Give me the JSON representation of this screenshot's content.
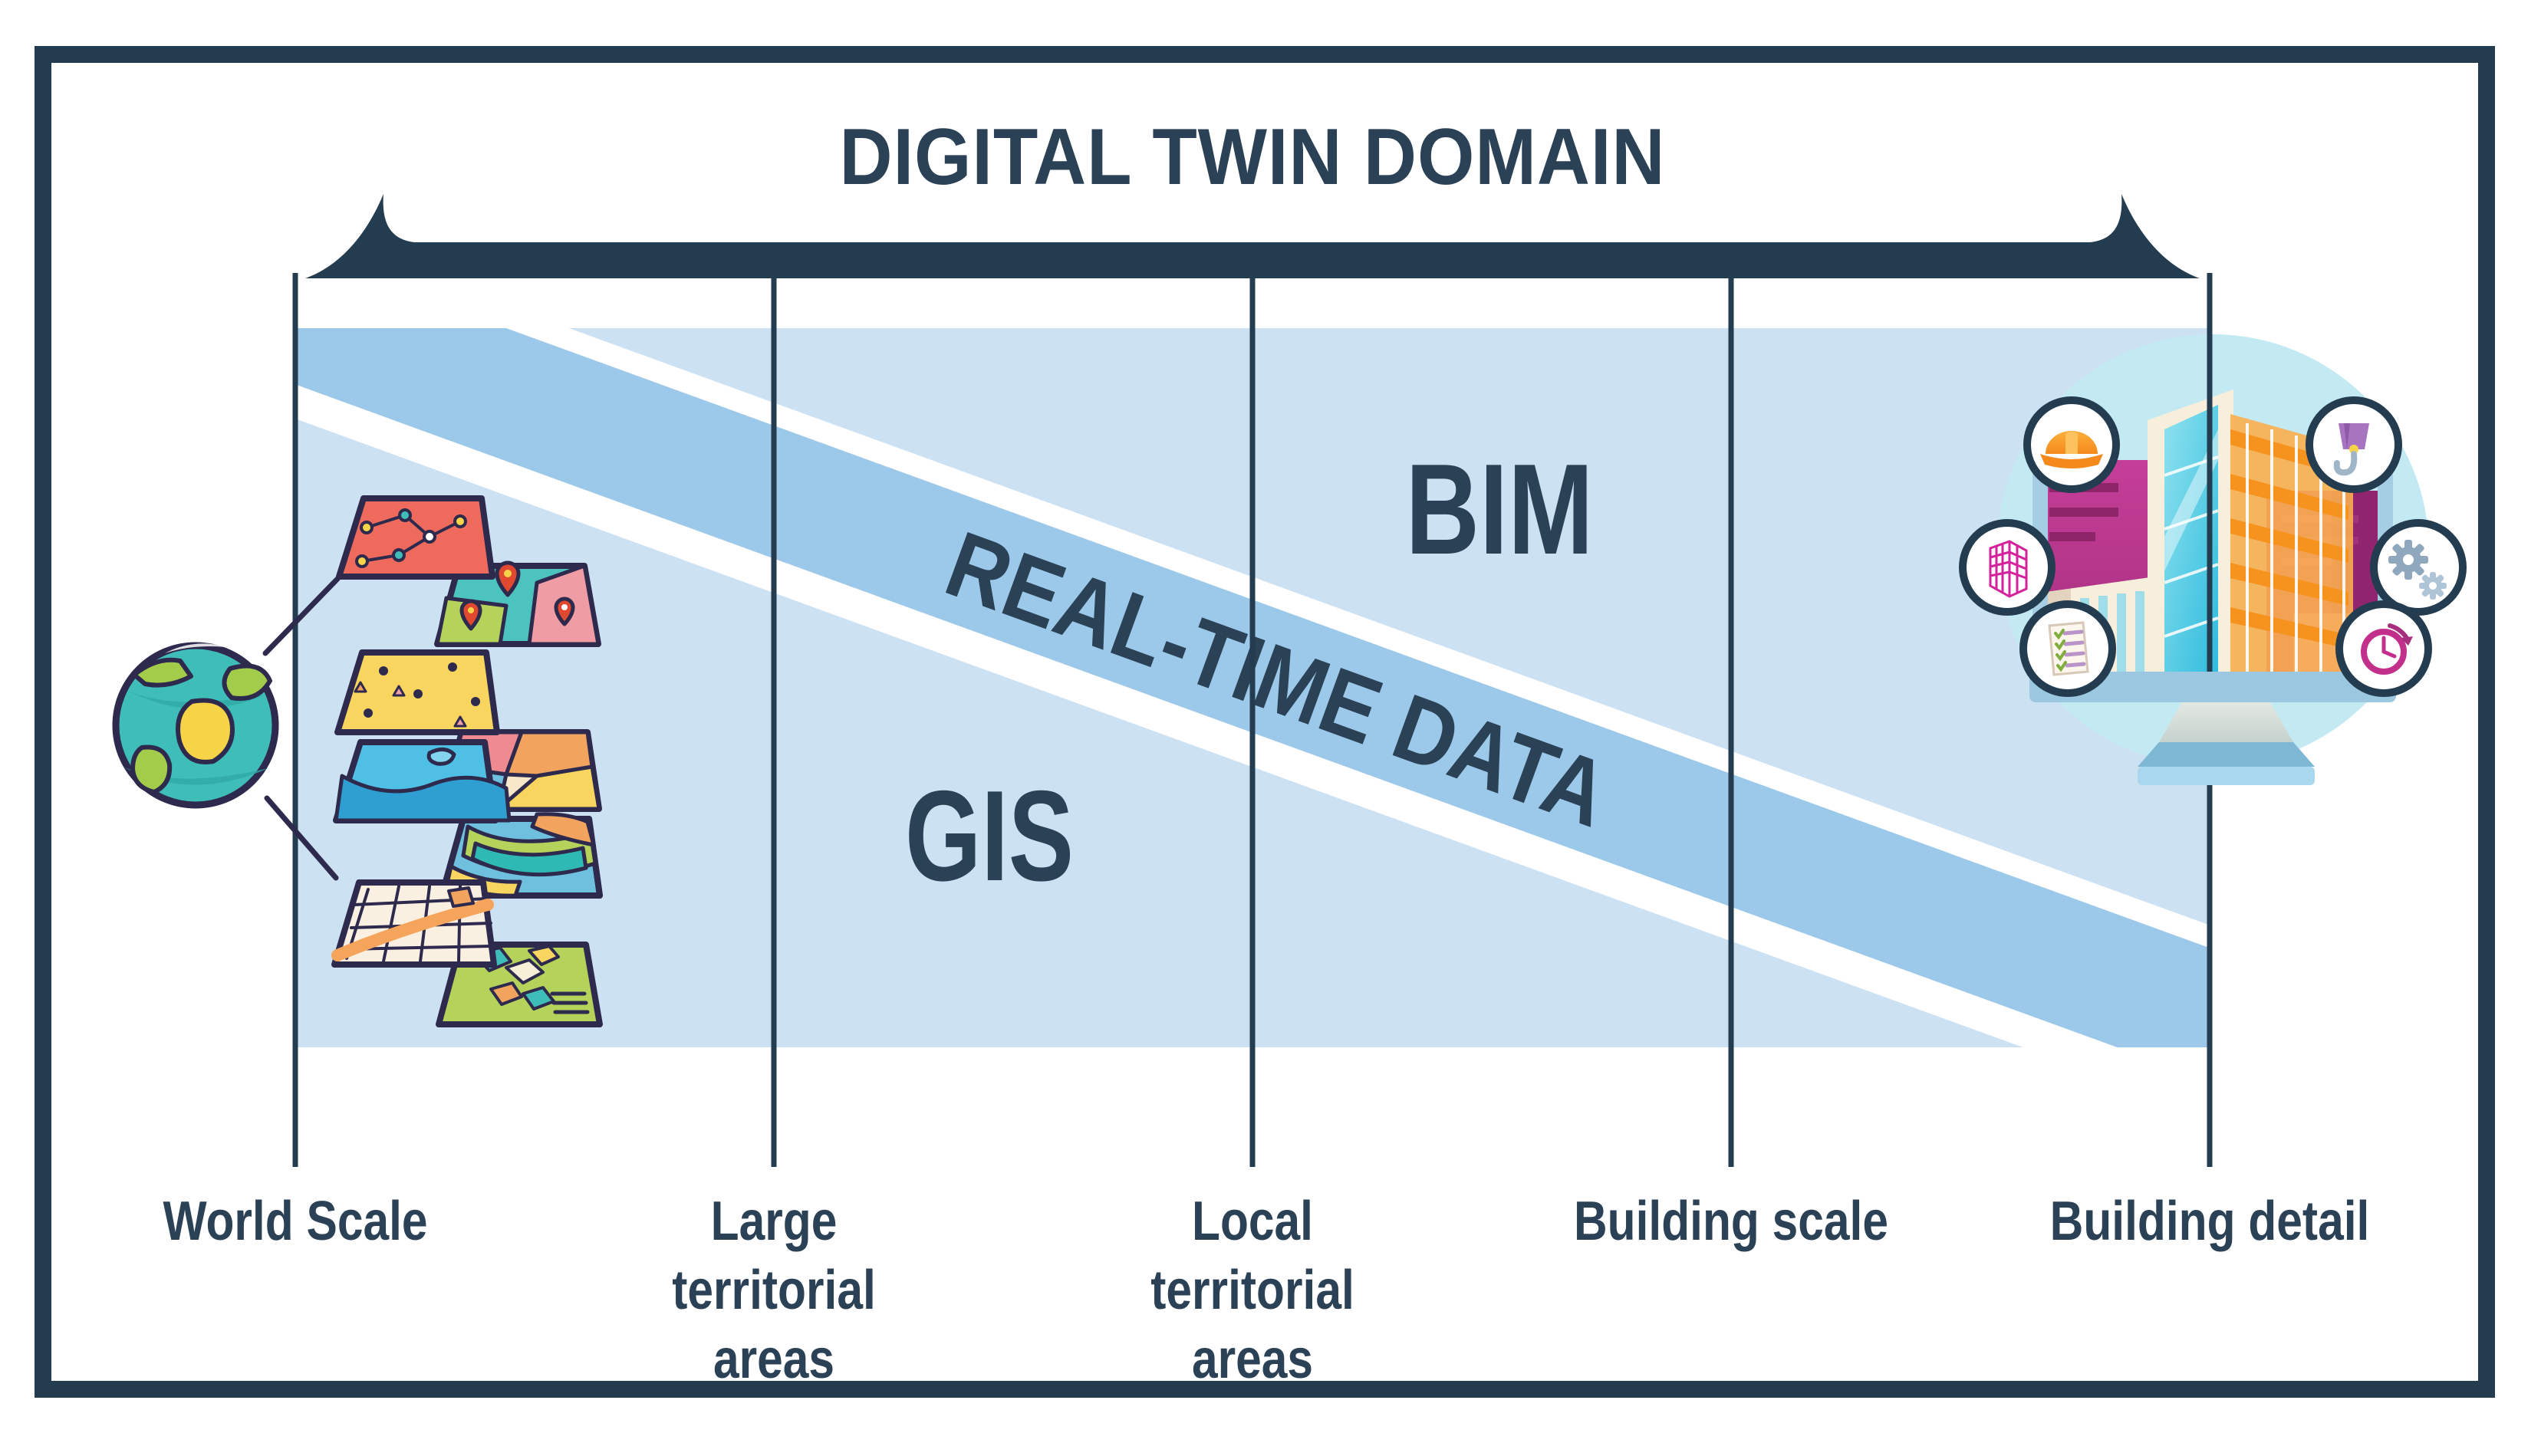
{
  "title": "DIGITAL TWIN DOMAIN",
  "regions": {
    "gis_label": "GIS",
    "bim_label": "BIM",
    "band_label": "REAL-TIME DATA"
  },
  "axis": {
    "ticks": [
      {
        "label": "World Scale"
      },
      {
        "label": "Large territorial areas"
      },
      {
        "label": "Local territorial areas"
      },
      {
        "label": "Building scale"
      },
      {
        "label": "Building detail"
      }
    ]
  },
  "illustrations": {
    "left": {
      "name": "world-map-layers",
      "globe": "earth-globe",
      "layers": [
        "network-map",
        "location-pins-map",
        "terrain-dots-map",
        "regions-map",
        "water-map",
        "topographic-map",
        "street-map",
        "city-blocks-map"
      ]
    },
    "right": {
      "name": "building-digital-twin-monitor",
      "badges": [
        "hard-hat",
        "crane-hook",
        "building-frame",
        "gears",
        "checklist",
        "clock"
      ]
    }
  },
  "colors": {
    "navy": "#233C50",
    "pale_blue": "#CCE1F2",
    "medium_blue": "#9CC9EA",
    "circle_cyan": "#C3EAF3",
    "text": "#2B4155",
    "white": "#FFFFFF"
  }
}
